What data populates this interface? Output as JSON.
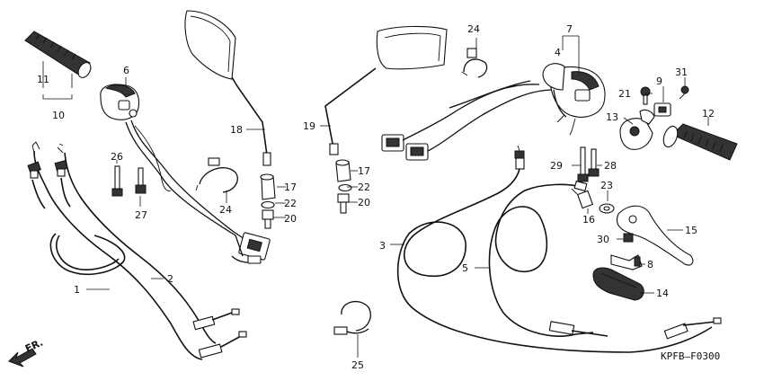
{
  "callouts": {
    "c1": "1",
    "c2": "2",
    "c3": "3",
    "c4": "4",
    "c5": "5",
    "c6": "6",
    "c7": "7",
    "c8": "8",
    "c9": "9",
    "c10": "10",
    "c11": "11",
    "c12": "12",
    "c13": "13",
    "c14": "14",
    "c15": "15",
    "c16": "16",
    "c17a": "17",
    "c17b": "17",
    "c18": "18",
    "c19": "19",
    "c20a": "20",
    "c20b": "20",
    "c21": "21",
    "c22a": "22",
    "c22b": "22",
    "c23": "23",
    "c24a": "24",
    "c24b": "24",
    "c25": "25",
    "c26": "26",
    "c27": "27",
    "c28": "28",
    "c29": "29",
    "c30": "30",
    "c31": "31"
  },
  "direction_label": "FR.",
  "diagram_code": "KPFB—F0300",
  "icons": {
    "direction": "forward-arrow-icon"
  }
}
